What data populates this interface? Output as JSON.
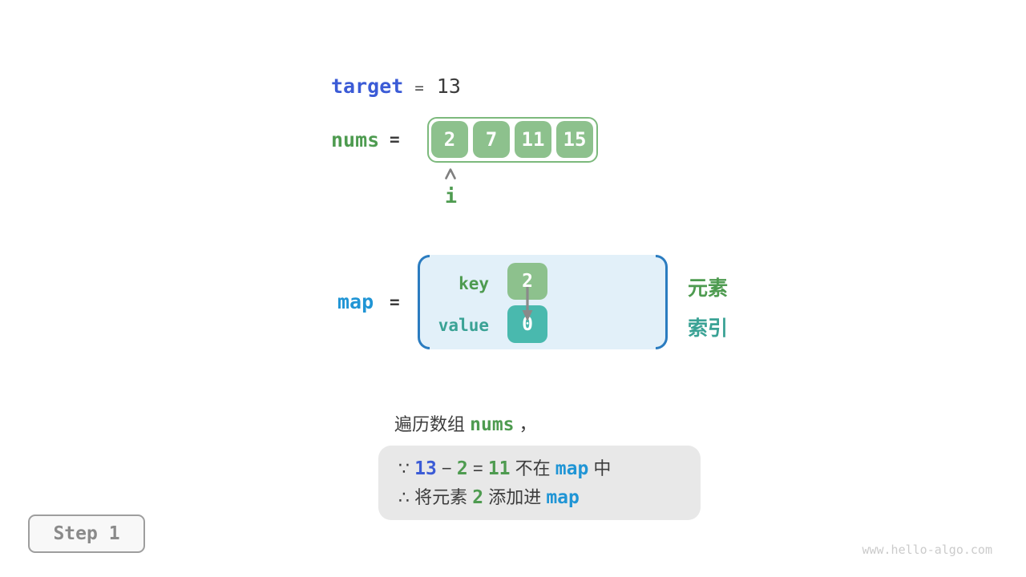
{
  "colors": {
    "indigo": "#3B5BD6",
    "blue": "#2095D5",
    "green-text": "#4E9B50",
    "green-box": "#8DC18D",
    "green-border": "#7CB97C",
    "teal-text": "#3AA295",
    "teal-box": "#49B9AE",
    "bracket-blue": "#2B7CC0",
    "map-bg": "#E2F0F9",
    "dark": "#3C3C3C",
    "gray": "#7F7F7F",
    "note-bg": "#E8E8E8",
    "step-border": "#9E9E9E",
    "step-text": "#8A8A8A",
    "step-bg": "#F8F8F8",
    "watermark": "#CBCBCB"
  },
  "target_line": {
    "label": "target",
    "equals": "=",
    "value": "13"
  },
  "nums_line": {
    "label": "nums",
    "equals": "=",
    "values": [
      "2",
      "7",
      "11",
      "15"
    ],
    "pointer_label": "i"
  },
  "map_section": {
    "label": "map",
    "equals": "=",
    "key_label": "key",
    "key_value": "2",
    "value_label": "value",
    "value_value": "0",
    "legend_key": "元素",
    "legend_value": "索引"
  },
  "caption_segments": [
    {
      "text": "遍历数组 ",
      "style": "dark"
    },
    {
      "text": "nums",
      "style": "code green"
    },
    {
      "text": " ，",
      "style": "dark"
    }
  ],
  "note": {
    "line1": [
      {
        "text": "∵ ",
        "style": "dark"
      },
      {
        "text": "13",
        "style": "code indigo"
      },
      {
        "text": " − ",
        "style": "dark"
      },
      {
        "text": "2",
        "style": "code green"
      },
      {
        "text": " = ",
        "style": "dark"
      },
      {
        "text": "11",
        "style": "code green"
      },
      {
        "text": " 不在 ",
        "style": "dark"
      },
      {
        "text": "map",
        "style": "code blue"
      },
      {
        "text": " 中",
        "style": "dark"
      }
    ],
    "line2": [
      {
        "text": "∴ 将元素 ",
        "style": "dark"
      },
      {
        "text": "2",
        "style": "code green"
      },
      {
        "text": " 添加进 ",
        "style": "dark"
      },
      {
        "text": "map",
        "style": "code blue"
      }
    ]
  },
  "step_badge": "Step 1",
  "watermark": "www.hello-algo.com"
}
